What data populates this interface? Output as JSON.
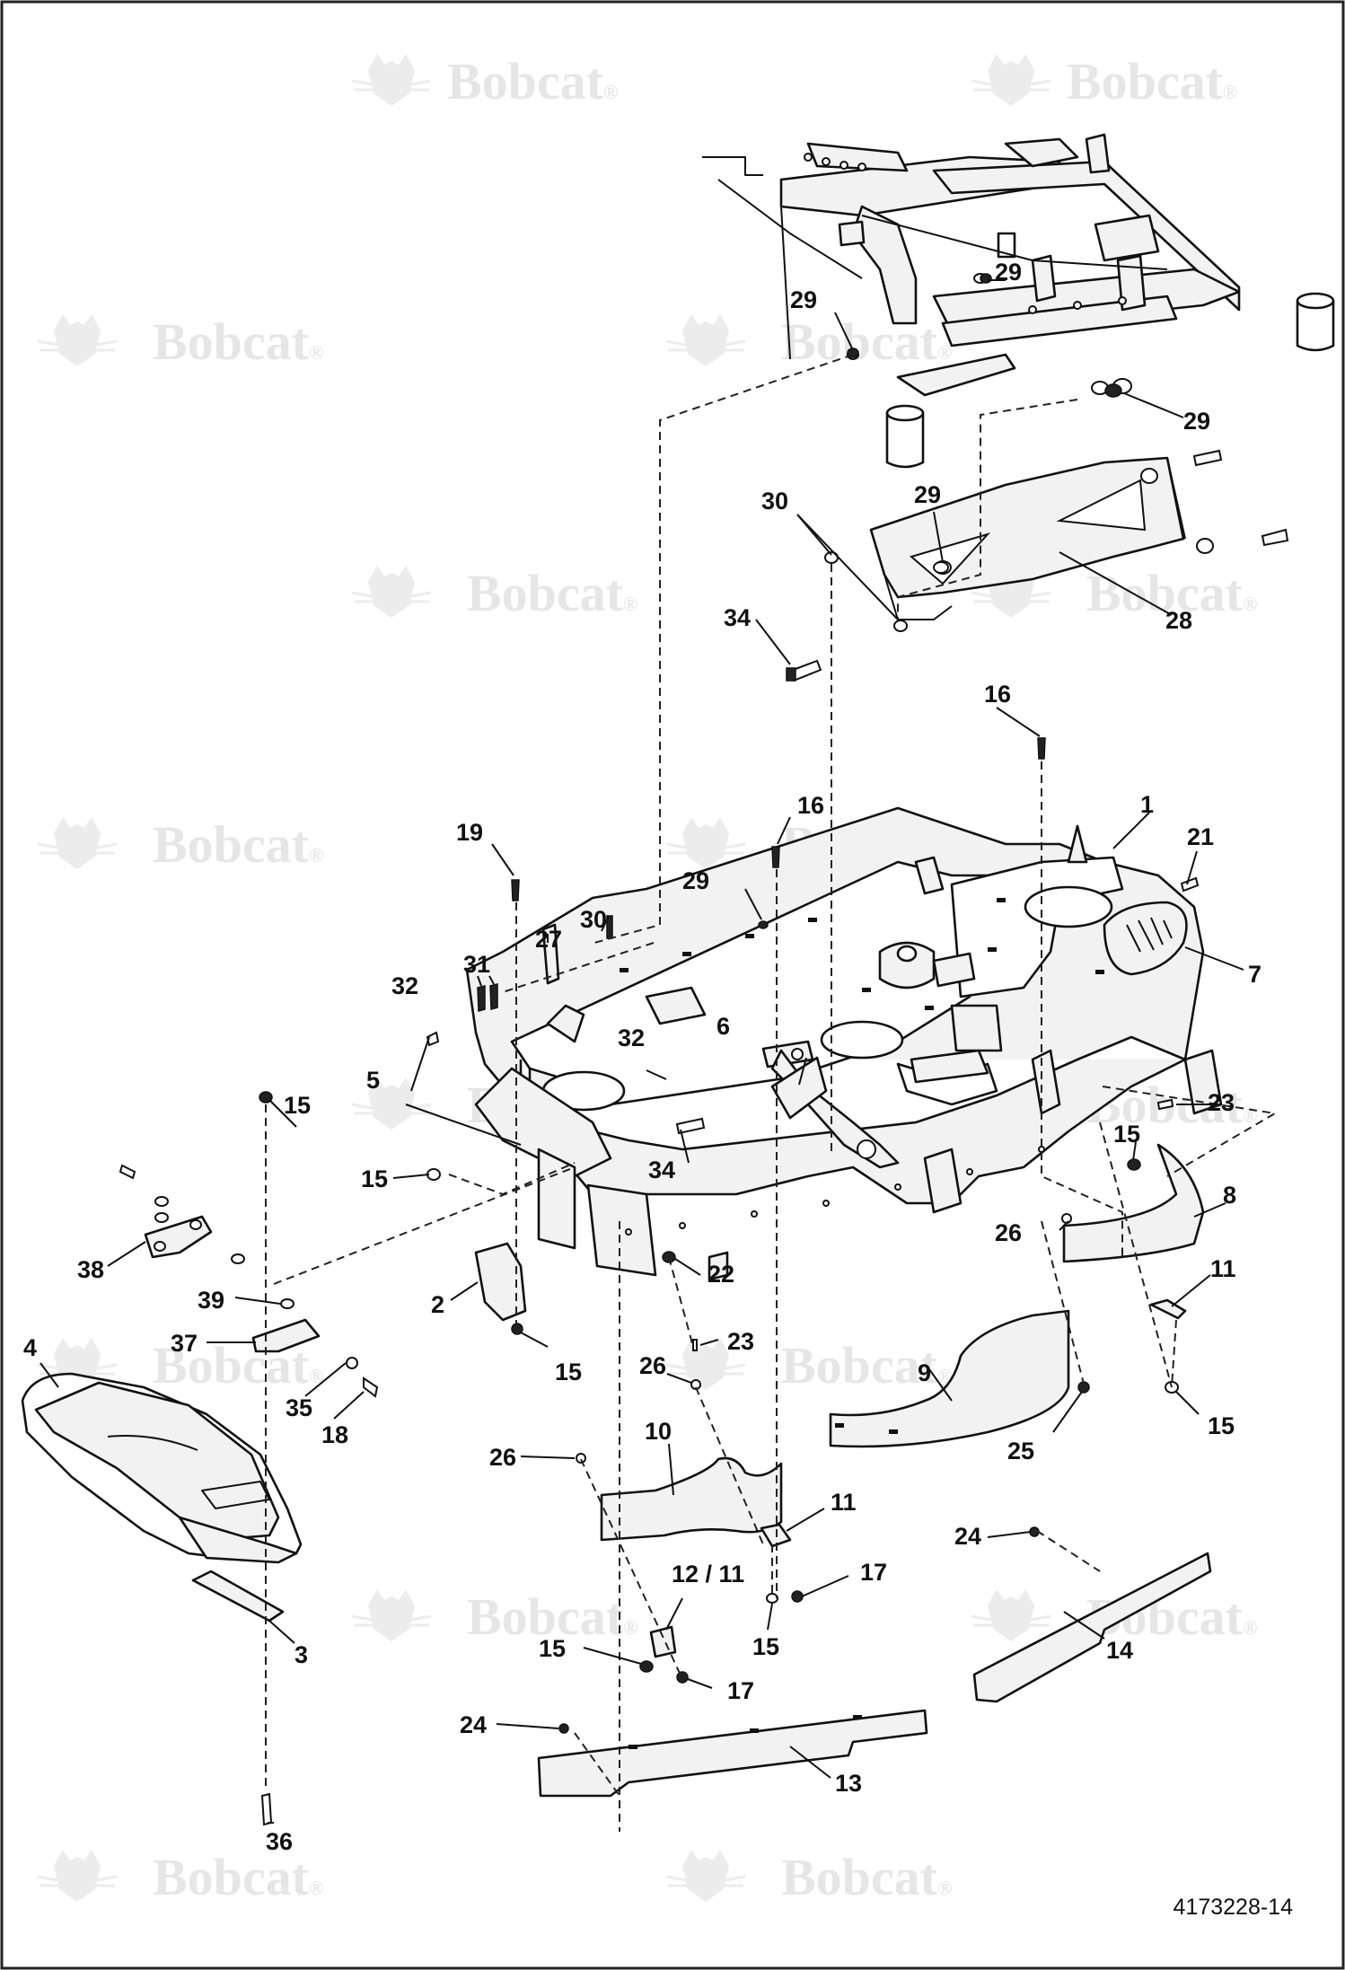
{
  "watermark": {
    "brand": "Bobcat",
    "registered": "®",
    "color": "#e6e6e6"
  },
  "callouts": [
    {
      "id": "c29a",
      "text": "29"
    },
    {
      "id": "c29b",
      "text": "29"
    },
    {
      "id": "c29c",
      "text": "29"
    },
    {
      "id": "c29d",
      "text": "29"
    },
    {
      "id": "c30a",
      "text": "30"
    },
    {
      "id": "c28",
      "text": "28"
    },
    {
      "id": "c34a",
      "text": "34"
    },
    {
      "id": "c16a",
      "text": "16"
    },
    {
      "id": "c16b",
      "text": "16"
    },
    {
      "id": "c19",
      "text": "19"
    },
    {
      "id": "c29e",
      "text": "29"
    },
    {
      "id": "c1",
      "text": "1"
    },
    {
      "id": "c21",
      "text": "21"
    },
    {
      "id": "c30b",
      "text": "30"
    },
    {
      "id": "c27",
      "text": "27"
    },
    {
      "id": "c31",
      "text": "31"
    },
    {
      "id": "c7",
      "text": "7"
    },
    {
      "id": "c32a",
      "text": "32"
    },
    {
      "id": "c32b",
      "text": "32"
    },
    {
      "id": "c6",
      "text": "6"
    },
    {
      "id": "c5",
      "text": "5"
    },
    {
      "id": "c23a",
      "text": "23"
    },
    {
      "id": "c15a",
      "text": "15"
    },
    {
      "id": "c15b",
      "text": "15"
    },
    {
      "id": "c34b",
      "text": "34"
    },
    {
      "id": "c15c",
      "text": "15"
    },
    {
      "id": "c8",
      "text": "8"
    },
    {
      "id": "c26a",
      "text": "26"
    },
    {
      "id": "c38",
      "text": "38"
    },
    {
      "id": "c2",
      "text": "2"
    },
    {
      "id": "c22",
      "text": "22"
    },
    {
      "id": "c11a",
      "text": "11"
    },
    {
      "id": "c39",
      "text": "39"
    },
    {
      "id": "c37",
      "text": "37"
    },
    {
      "id": "c23b",
      "text": "23"
    },
    {
      "id": "c4",
      "text": "4"
    },
    {
      "id": "c15d",
      "text": "15"
    },
    {
      "id": "c26b",
      "text": "26"
    },
    {
      "id": "c9",
      "text": "9"
    },
    {
      "id": "c35",
      "text": "35"
    },
    {
      "id": "c18",
      "text": "18"
    },
    {
      "id": "c15e",
      "text": "15"
    },
    {
      "id": "c10",
      "text": "10"
    },
    {
      "id": "c25",
      "text": "25"
    },
    {
      "id": "c26c",
      "text": "26"
    },
    {
      "id": "c11b",
      "text": "11"
    },
    {
      "id": "c24a",
      "text": "24"
    },
    {
      "id": "c17a",
      "text": "17"
    },
    {
      "id": "c1211",
      "text": "12 / 11"
    },
    {
      "id": "c15f",
      "text": "15"
    },
    {
      "id": "c15g",
      "text": "15"
    },
    {
      "id": "c3",
      "text": "3"
    },
    {
      "id": "c14",
      "text": "14"
    },
    {
      "id": "c17b",
      "text": "17"
    },
    {
      "id": "c24b",
      "text": "24"
    },
    {
      "id": "c13",
      "text": "13"
    },
    {
      "id": "c36",
      "text": "36"
    }
  ],
  "document_number": "4173228-14",
  "icons": [
    "bobcat-logo-icon"
  ]
}
